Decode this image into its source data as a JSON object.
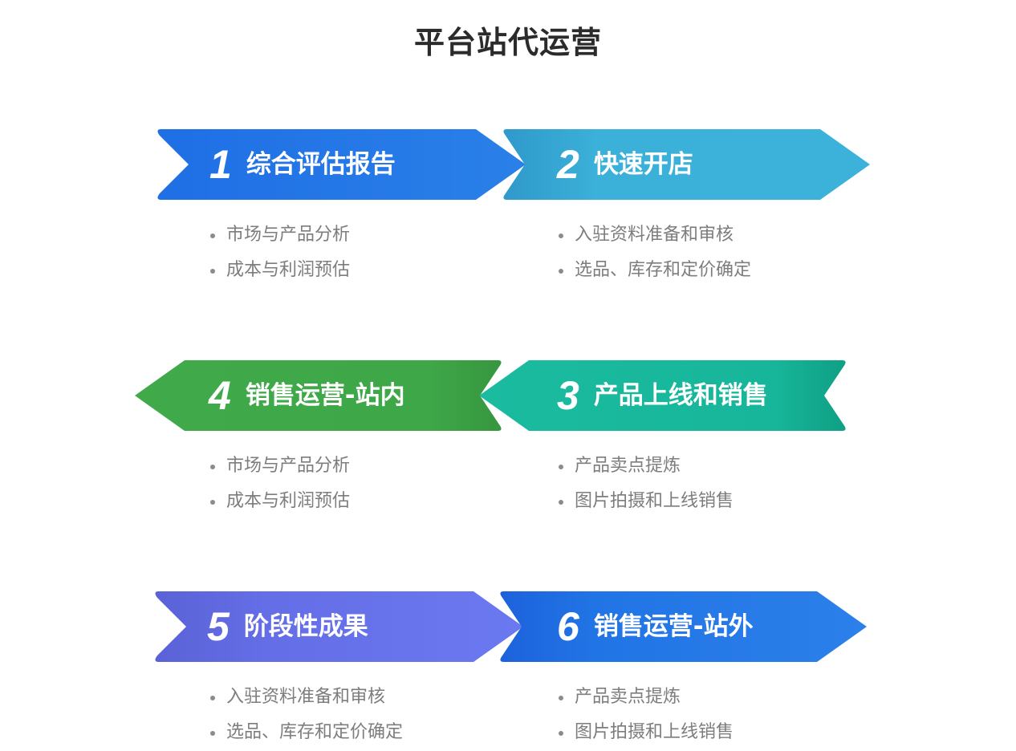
{
  "title": "平台站代运营",
  "steps": [
    {
      "num": "1",
      "label": "综合评估报告",
      "bullets": [
        "市场与产品分析",
        "成本与利润预估"
      ],
      "colors": [
        "#1f6fe5",
        "#2a7fe8"
      ]
    },
    {
      "num": "2",
      "label": "快速开店",
      "bullets": [
        "入驻资料准备和审核",
        "选品、库存和定价确定"
      ],
      "colors": [
        "#2f9ccd",
        "#3bb0d8"
      ]
    },
    {
      "num": "3",
      "label": "产品上线和销售",
      "bullets": [
        "产品卖点提炼",
        "图片拍摄和上线销售"
      ],
      "colors": [
        "#1db99f",
        "#11a58c"
      ]
    },
    {
      "num": "4",
      "label": "销售运营-站内",
      "bullets": [
        "市场与产品分析",
        "成本与利润预估"
      ],
      "colors": [
        "#3ea84a",
        "#3a9a40"
      ]
    },
    {
      "num": "5",
      "label": "阶段性成果",
      "bullets": [
        "入驻资料准备和审核",
        "选品、库存和定价确定"
      ],
      "colors": [
        "#5b63d8",
        "#6a78ef"
      ]
    },
    {
      "num": "6",
      "label": "销售运营-站外",
      "bullets": [
        "产品卖点提炼",
        "图片拍摄和上线销售"
      ],
      "colors": [
        "#1e6ae2",
        "#2c7fe9"
      ]
    }
  ]
}
